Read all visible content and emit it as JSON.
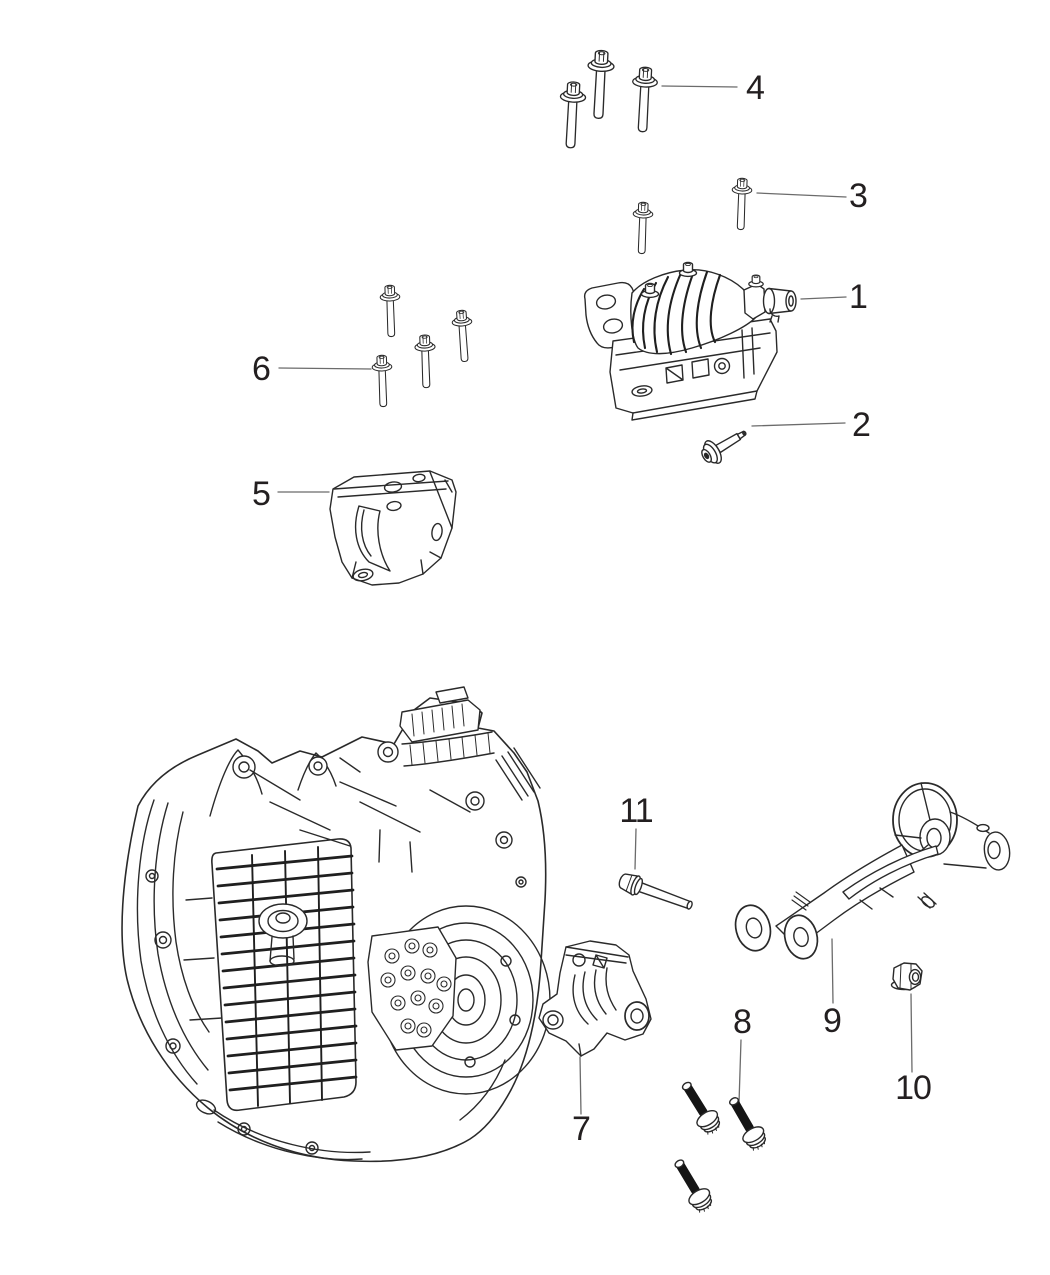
{
  "figure": {
    "type": "exploded-parts-diagram",
    "background": "#ffffff",
    "line_color": "#2a2a2a",
    "rib_color": "#1f1f1f",
    "leader_color": "#6b6b6b",
    "label_color": "#231f20"
  },
  "callouts": [
    {
      "number": "1"
    },
    {
      "number": "2"
    },
    {
      "number": "3"
    },
    {
      "number": "4"
    },
    {
      "number": "5"
    },
    {
      "number": "6"
    },
    {
      "number": "7"
    },
    {
      "number": "8"
    },
    {
      "number": "9"
    },
    {
      "number": "10"
    },
    {
      "number": "11"
    }
  ]
}
